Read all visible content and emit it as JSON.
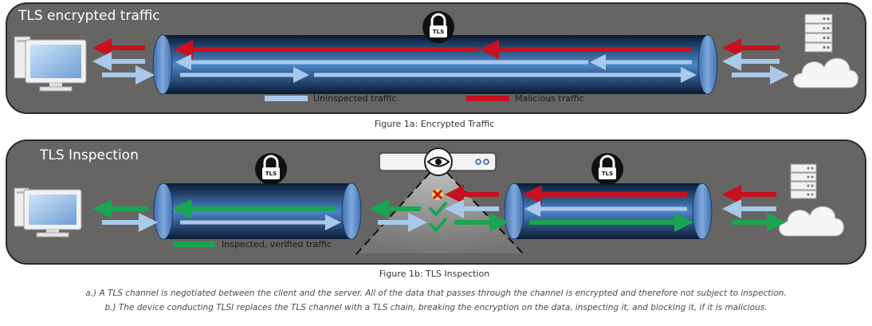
{
  "panel_a": {
    "title": "TLS encrypted traffic",
    "lock_label": "TLS",
    "legend_unins": "Uninspected traffic",
    "legend_mal": "Malicious traffic",
    "caption": "Figure 1a: Encrypted Traffic"
  },
  "panel_b": {
    "title": "TLS Inspection",
    "lock_label_left": "TLS",
    "lock_label_right": "TLS",
    "legend_inspected": "Inspected, verified traffic",
    "caption": "Figure 1b: TLS Inspection"
  },
  "notes": {
    "a": "a.) A TLS channel is negotiated between the client and the server.  All of the data that passes through the channel is encrypted and therefore not subject to inspection.",
    "b": "b.) The device conducting TLSI replaces the TLS channel with a TLS chain, breaking the encryption on the data, inspecting it, and blocking it, if it is malicious."
  },
  "colors": {
    "panel_bg": "#666564",
    "uninspected": "#a9c8ea",
    "malicious": "#c8101e",
    "inspected": "#1aa550",
    "tube": "#4a7cc0"
  },
  "icons": [
    "desktop-icon",
    "server-icon",
    "cloud-icon",
    "lock-icon",
    "eye-icon",
    "check-icon",
    "x-icon"
  ]
}
